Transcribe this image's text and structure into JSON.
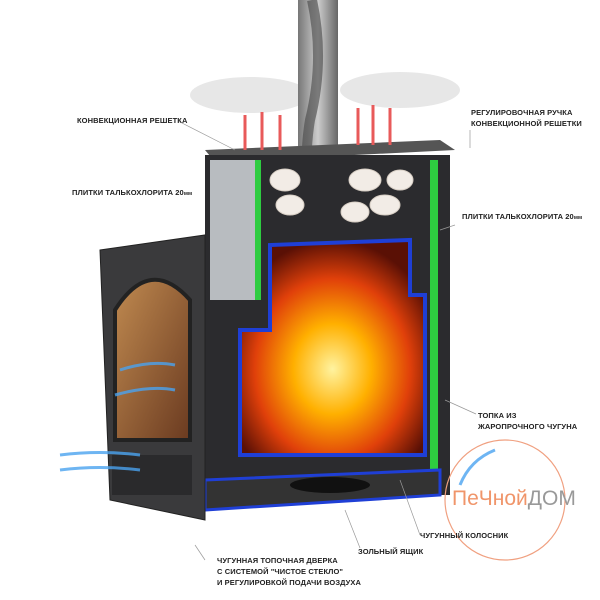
{
  "labels": {
    "convection_grid": "КОНВЕКЦИОННАЯ РЕШЕТКА",
    "tiles_left": "ПЛИТКИ ТАЛЬКОХЛОРИТА 20",
    "tiles_left_unit": "мм",
    "handle_line1": "РЕГУЛИРОВОЧНАЯ РУЧКА",
    "handle_line2": "КОНВЕКЦИОННОЙ РЕШЕТКИ",
    "tiles_right": "ПЛИТКИ ТАЛЬКОХЛОРИТА 20",
    "tiles_right_unit": "мм",
    "firebox_line1": "ТОПКА ИЗ",
    "firebox_line2": "ЖАРОПРОЧНОГО ЧУГУНА",
    "grate": "ЧУГУННЫЙ КОЛОСНИК",
    "ash_box": "ЗОЛЬНЫЙ ЯЩИК",
    "door_line1": "ЧУГУННАЯ ТОПОЧНАЯ ДВЕРКА",
    "door_line2": "С СИСТЕМОЙ \"ЧИСТОЕ СТЕКЛО\"",
    "door_line3": "И РЕГУЛИРОВКОЙ ПОДАЧИ ВОЗДУХА"
  },
  "logo": {
    "part1": "ПеЧной",
    "part2": "ДОМ"
  },
  "colors": {
    "body": "#3a3a3c",
    "insulation_blue": "#1f3fd6",
    "tile_green": "#2ecc40",
    "fire": "#ff8a00",
    "air": "#4aa3f0",
    "heat": "#e85a5a",
    "logo": "#f0956a"
  }
}
